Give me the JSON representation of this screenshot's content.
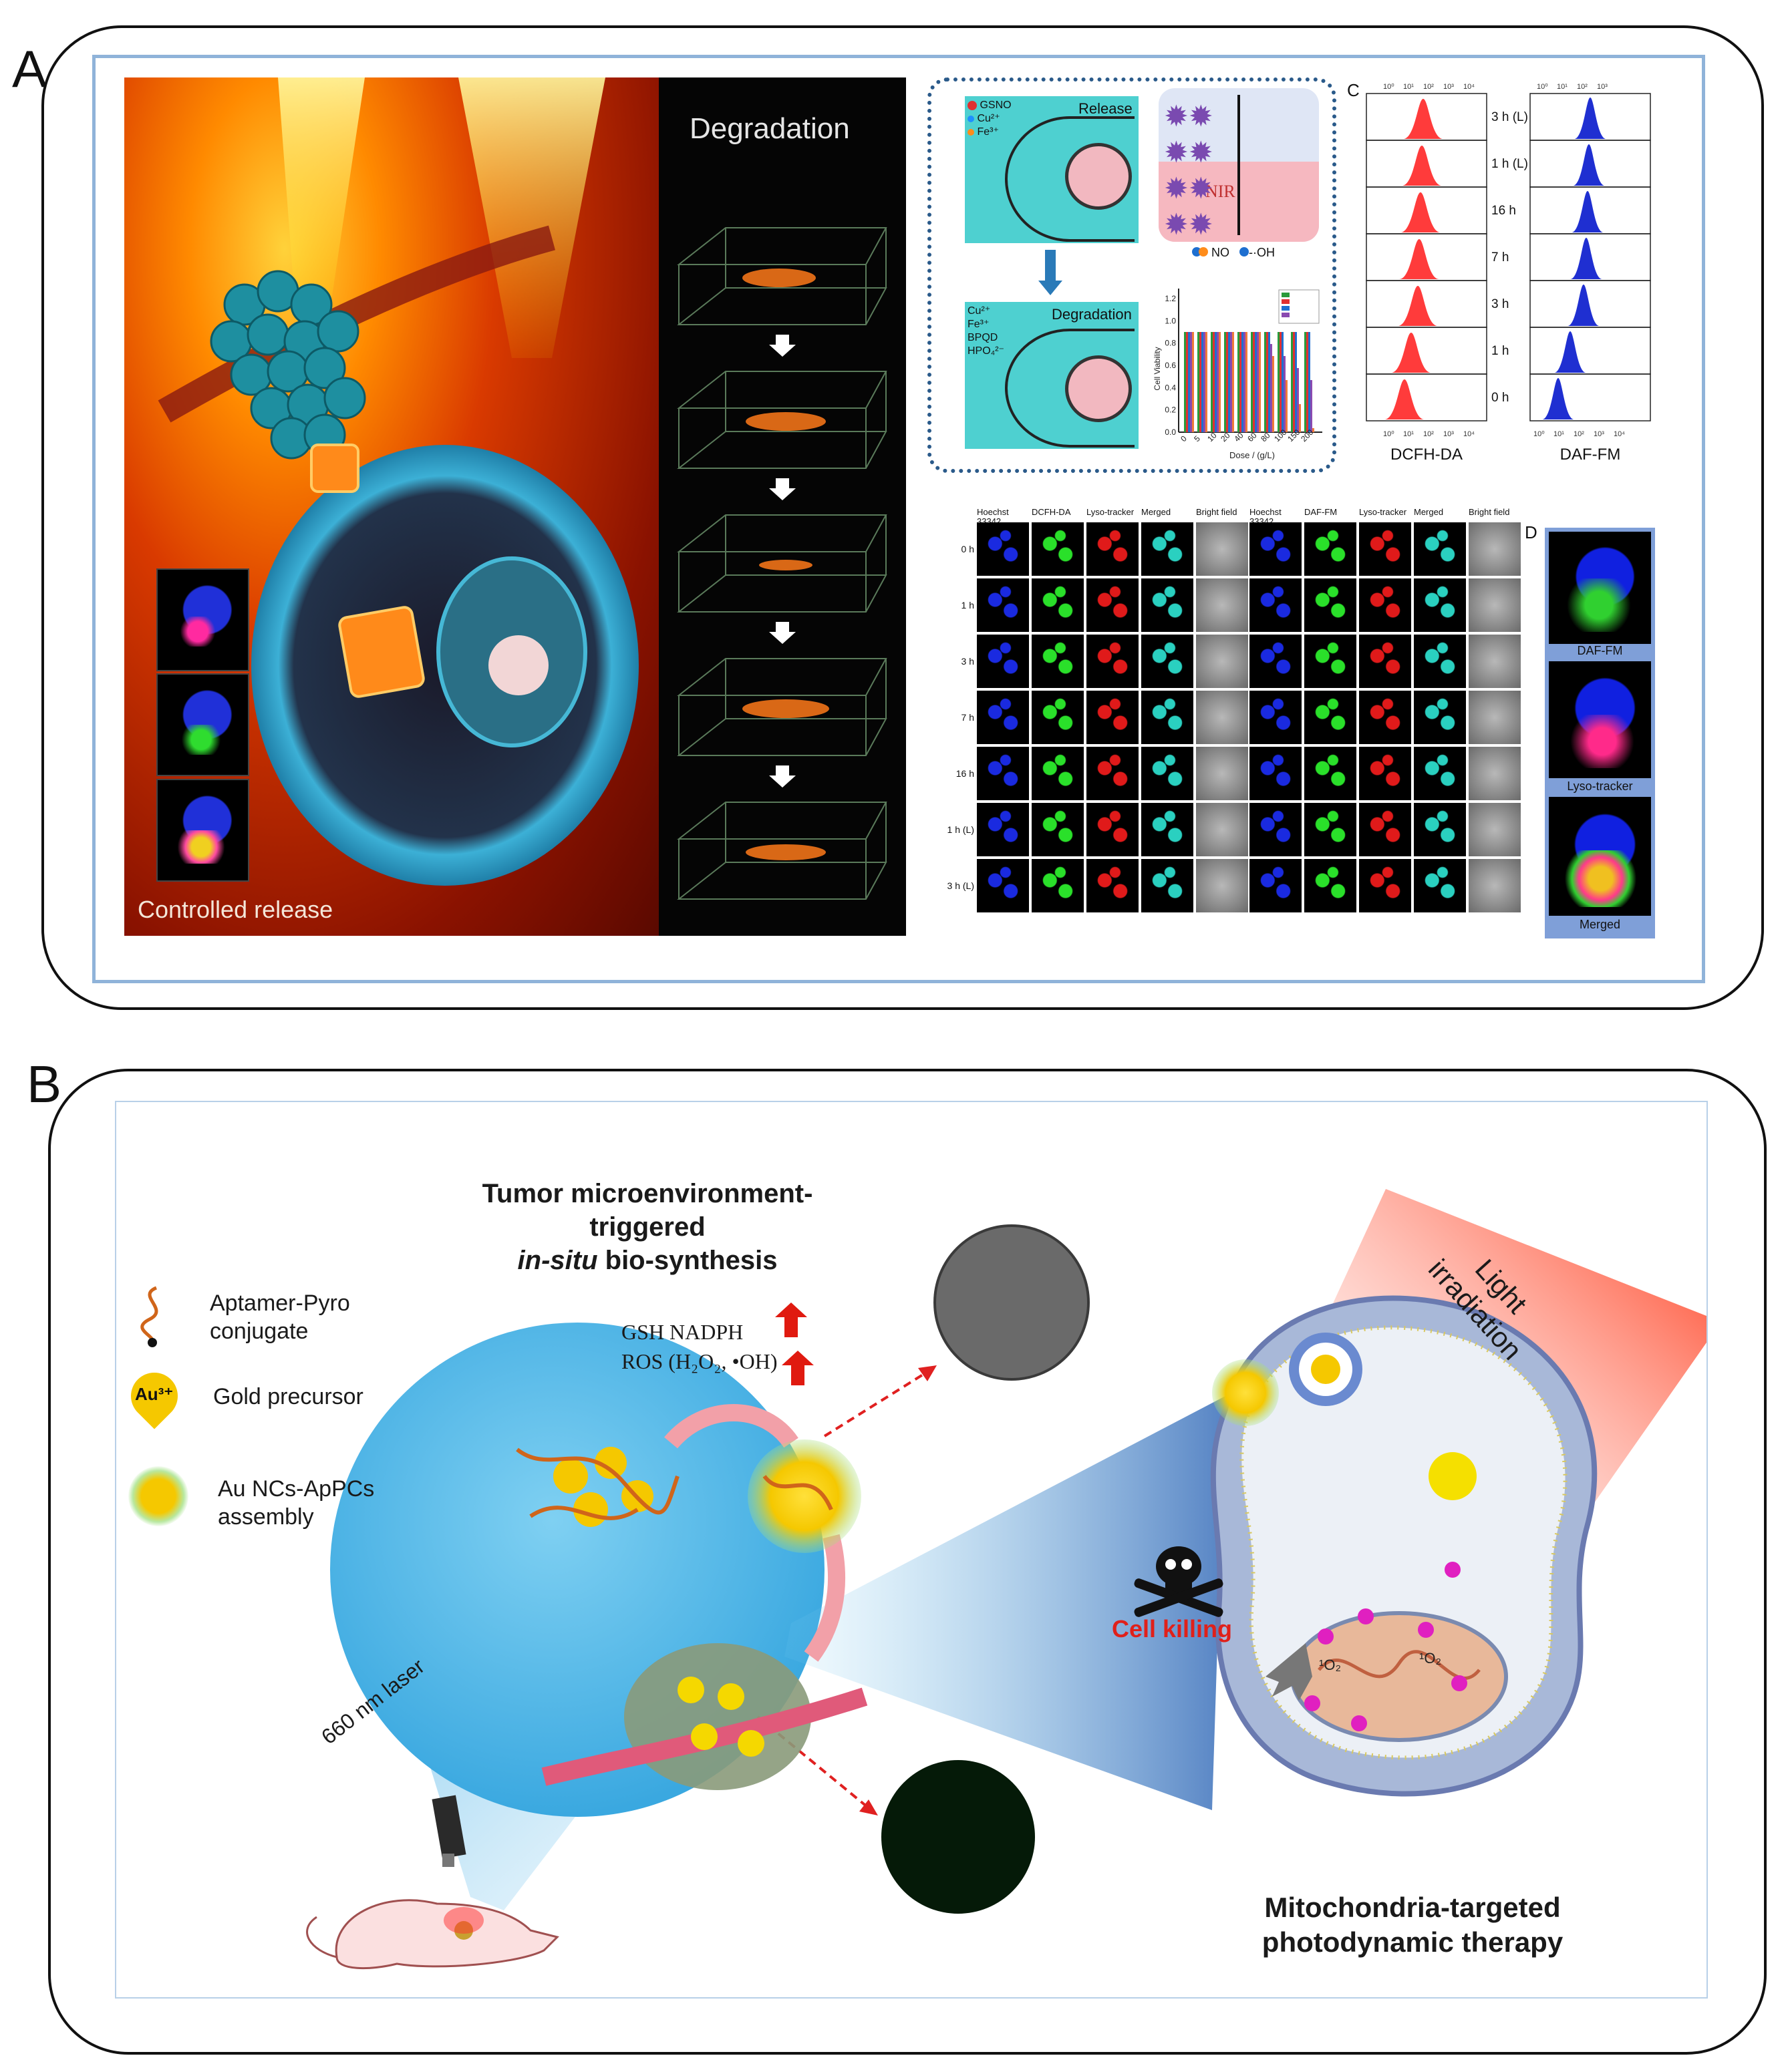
{
  "panel_a": {
    "letter": "A",
    "illustration": {
      "controlled_release": "Controlled release",
      "degradation": "Degradation"
    },
    "schematic": {
      "legend_release": [
        "GSNO",
        "Cu²⁺",
        "Fe³⁺"
      ],
      "release_title": "Release",
      "legend_degradation": [
        "Cu²⁺",
        "Fe³⁺",
        "BPQD",
        "HPO₄²⁻"
      ],
      "degradation_title": "Degradation",
      "nir_label": "NIR",
      "no_label": "NO",
      "oh_label": "·OH",
      "viability_chart": {
        "ylabel": "Cell Viability",
        "xlabel": "Dose / (g/L)",
        "yticks": [
          "0.0",
          "0.2",
          "0.4",
          "0.6",
          "0.8",
          "1.0",
          "1.2"
        ],
        "xticks": [
          "0",
          "5",
          "10",
          "20",
          "40",
          "60",
          "80",
          "100",
          "150",
          "200"
        ]
      }
    },
    "panel_c": {
      "letter": "C",
      "row_labels": [
        "3 h (L)",
        "1 h (L)",
        "16 h",
        "7 h",
        "3 h",
        "1 h",
        "0 h"
      ],
      "left_label": "DCFH-DA",
      "right_label": "DAF-FM",
      "left_color": "#ff3b3b",
      "right_color": "#1f2fd1"
    },
    "microscopy": {
      "left_headers": [
        "Hoechst 33342",
        "DCFH-DA",
        "Lyso-tracker",
        "Merged",
        "Bright field"
      ],
      "right_headers": [
        "Hoechst 33342",
        "DAF-FM",
        "Lyso-tracker",
        "Merged",
        "Bright field"
      ],
      "row_labels": [
        "0 h",
        "1 h",
        "3 h",
        "7 h",
        "16 h",
        "1 h (L)",
        "3 h (L)"
      ]
    },
    "panel_d": {
      "letter": "D",
      "labels": [
        "DAF-FM",
        "Lyso-tracker",
        "Merged"
      ]
    }
  },
  "panel_b": {
    "letter": "B",
    "title_line1": "Tumor microenvironment-triggered",
    "title_line2_italic": "in-situ",
    "title_line2_rest": " bio-synthesis",
    "legend": [
      {
        "label": "Aptamer-Pyro\nconjugate",
        "icon": "aptamer-icon"
      },
      {
        "label": "Gold precursor",
        "icon": "gold-drop-icon"
      },
      {
        "label": "Au NCs-ApPCs\nassembly",
        "icon": "assembly-icon"
      }
    ],
    "legend_lines": [
      [
        "Aptamer-Pyro",
        "conjugate"
      ],
      [
        "Gold precursor"
      ],
      [
        "Au NCs-ApPCs",
        "assembly"
      ]
    ],
    "au_label": "Au³⁺",
    "gsh_text": "GSH NADPH",
    "ros_text": "ROS (H₂O₂, •OH)",
    "laser_label": "660 nm laser",
    "light_label_line1": "Light",
    "light_label_line2": "irradiation",
    "cell_killing": "Cell killing",
    "singlet_oxygen": "¹O₂",
    "therapy_line1": "Mitochondria-targeted",
    "therapy_line2": "photodynamic therapy"
  }
}
